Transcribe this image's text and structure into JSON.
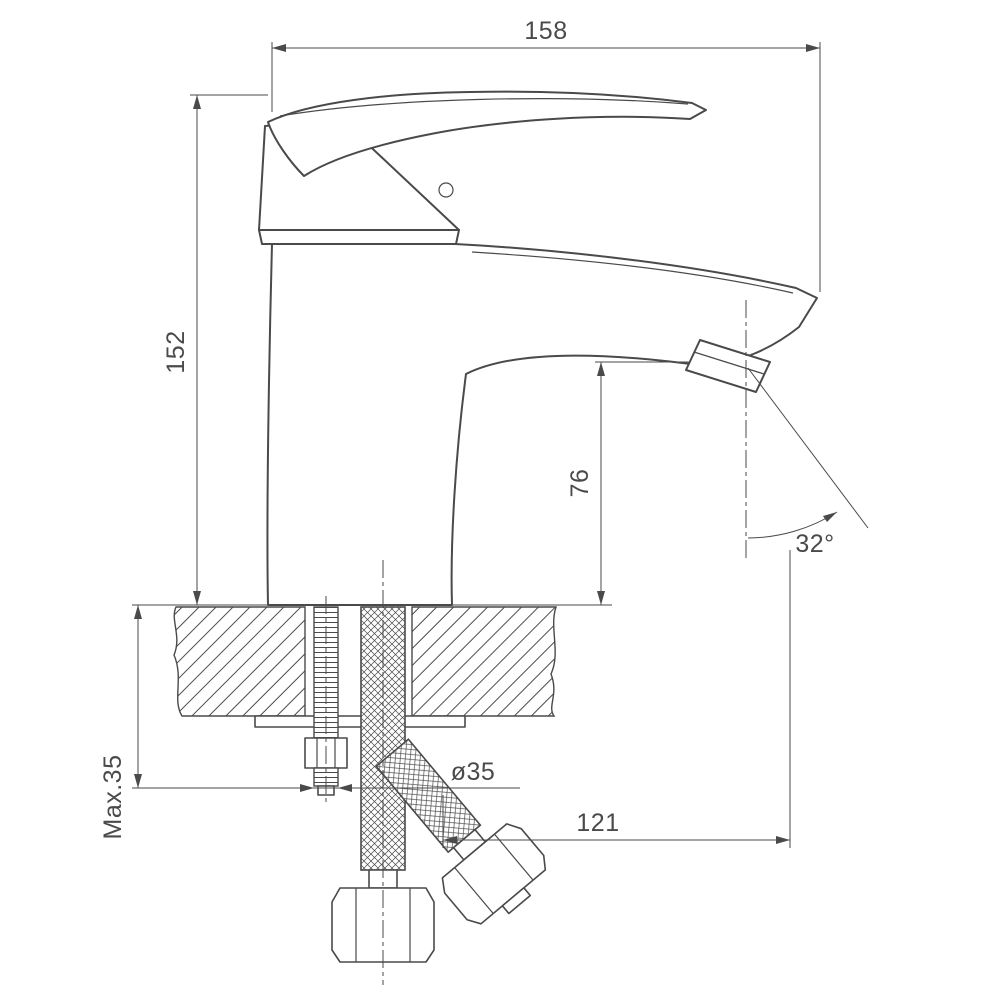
{
  "drawing": {
    "dimensions": {
      "overall_length": "158",
      "overall_height": "152",
      "spout_outlet_height": "76",
      "spray_angle": "32°",
      "max_deck_thickness": "Max.35",
      "mounting_hole_diameter": "ø35",
      "spout_reach": "121"
    },
    "colors": {
      "line": "#4a4a4a",
      "background": "#ffffff"
    }
  }
}
